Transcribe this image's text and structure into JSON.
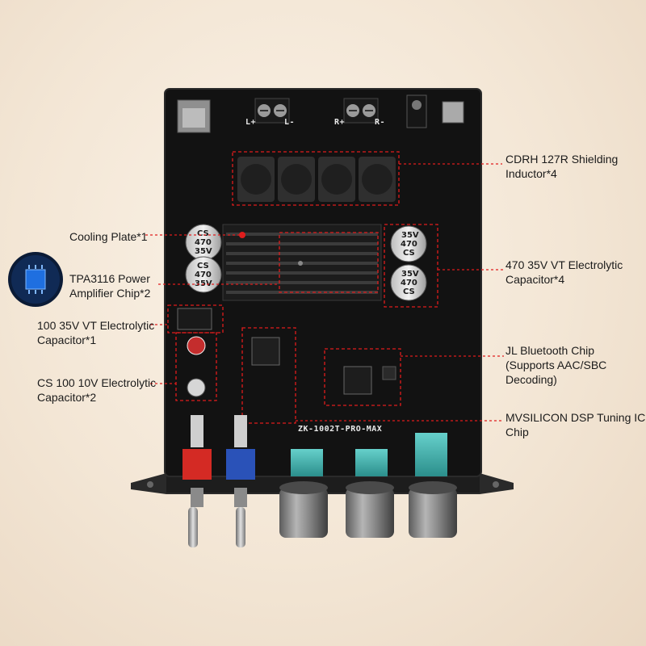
{
  "board": {
    "silkscreen_model": "ZK-1002T-PRO-MAX",
    "terminals": [
      "L+",
      "L-",
      "R+",
      "R-"
    ],
    "inductor_count": 4,
    "capacitors_470": [
      {
        "text_line1": "CS",
        "text_line2": "470",
        "text_line3": "35V"
      },
      {
        "text_line1": "CS",
        "text_line2": "470",
        "text_line3": "35V"
      },
      {
        "text_line1": "35V",
        "text_line2": "470",
        "text_line3": "CS"
      },
      {
        "text_line1": "35V",
        "text_line2": "470",
        "text_line3": "CS"
      }
    ],
    "knob_count": 3,
    "toggle_switch_colors": [
      "#d42a24",
      "#2a52b8"
    ]
  },
  "callouts": [
    {
      "id": "inductor",
      "line1": "CDRH 127R Shielding",
      "line2": "Inductor*4"
    },
    {
      "id": "cooling",
      "line1": "Cooling Plate*1",
      "line2": ""
    },
    {
      "id": "tpa",
      "line1": "TPA3116 Power",
      "line2": "Amplifier Chip*2"
    },
    {
      "id": "cap470",
      "line1": "470 35V VT Electrolytic",
      "line2": "Capacitor*4"
    },
    {
      "id": "cap100vt",
      "line1": "100 35V VT Electrolytic",
      "line2": "Capacitor*1"
    },
    {
      "id": "jl",
      "line1": "JL Bluetooth Chip",
      "line2": "(Supports AAC/SBC",
      "line3": "Decoding)"
    },
    {
      "id": "cs100",
      "line1": "CS 100 10V Electrolytic",
      "line2": "Capacitor*2"
    },
    {
      "id": "dsp",
      "line1": "MVSILICON DSP Tuning IC",
      "line2": "Chip"
    }
  ],
  "colors": {
    "pcb": "#121212",
    "callout_line": "#e01d1d",
    "heatsink": "#1c1c1c",
    "inductor": "#2f2f2f",
    "knob": "#7a7a7a",
    "pot_cyan": "#3fb7b4"
  }
}
